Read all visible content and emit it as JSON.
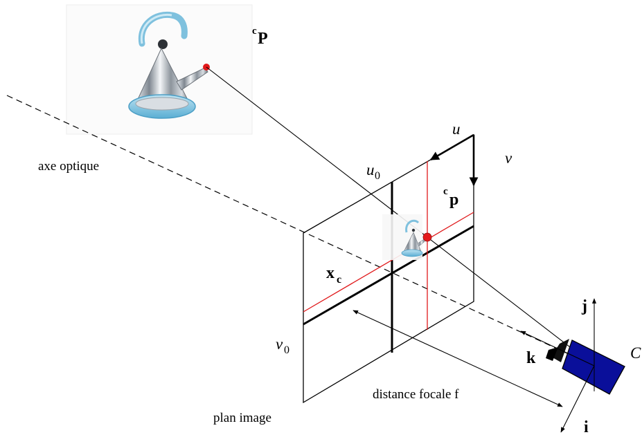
{
  "labels": {
    "world_point": {
      "sup": "c",
      "main": "P"
    },
    "image_point": {
      "sup": "c",
      "main": "p"
    },
    "axis_u": "u",
    "axis_v": "v",
    "u0": {
      "main": "u",
      "sub": "0"
    },
    "v0": {
      "main": "v",
      "sub": "0"
    },
    "xc": {
      "main": "x",
      "sub": "c"
    },
    "optical_axis": "axe optique",
    "image_plane": "plan image",
    "focal_distance": "distance focale f",
    "axis_j": "j",
    "axis_k": "k",
    "axis_i": "i",
    "camera_center": "C"
  },
  "colors": {
    "line": "#000000",
    "principal_lines": "#e0181a",
    "projection_point": "#e41a1c",
    "camera_body": "#0a0f9a",
    "kettle_handle": "#6fb6d6",
    "kettle_body": "#b9bec4",
    "kettle_spout_tip": "#e0181a"
  },
  "icons": {
    "kettle": "kettle-photo-icon",
    "kettle_small": "kettle-thumbnail-icon",
    "camera": "camera-icon"
  }
}
